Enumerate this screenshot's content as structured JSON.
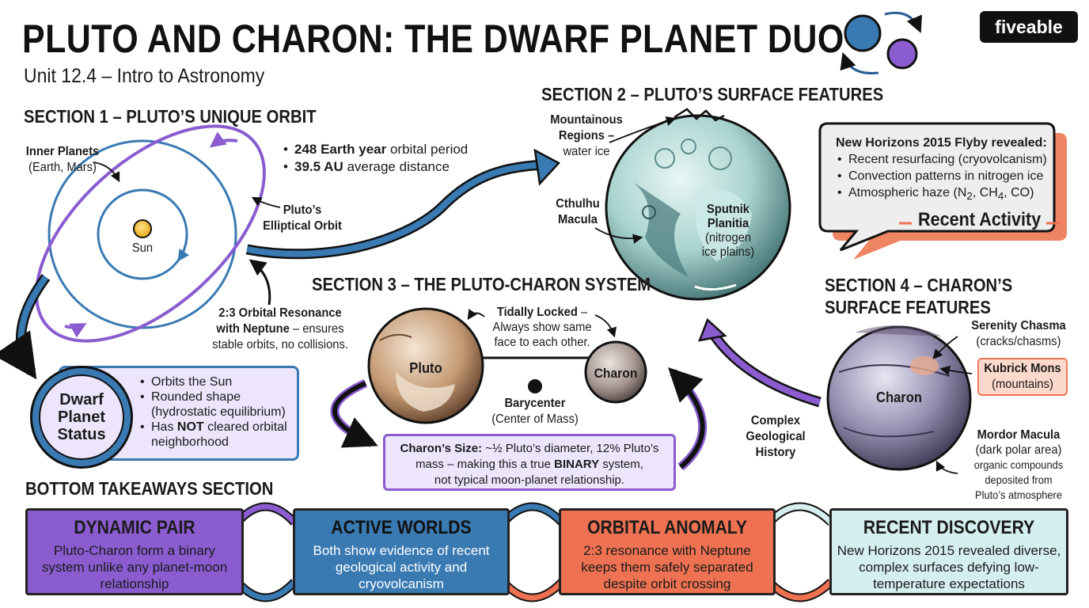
{
  "header": {
    "title": "PLUTO AND CHARON: THE DWARF PLANET DUO",
    "subtitle": "Unit 12.4 – Intro to Astronomy",
    "logo": "fiveable"
  },
  "section1": {
    "heading": "SECTION 1 – PLUTO’S UNIQUE ORBIT",
    "inner_planets": "Inner Planets",
    "inner_planets_sub": "(Earth, Mars)",
    "sun": "Sun",
    "facts": [
      {
        "bold": "248 Earth year",
        "rest": " orbital period"
      },
      {
        "bold": "39.5 AU",
        "rest": " average distance"
      }
    ],
    "pluto_orbit_line1": "Pluto’s",
    "pluto_orbit_line2": "Elliptical Orbit",
    "resonance_bold1": "2:3 Orbital Resonance",
    "resonance_bold2": "with Neptune",
    "resonance_rest": " – ensures",
    "resonance_line3": "stable orbits, no collisions.",
    "dwarf_line1": "Dwarf",
    "dwarf_line2": "Planet",
    "dwarf_line3": "Status",
    "status_items": [
      {
        "pre": "",
        "bold": "",
        "post": "Orbits the Sun"
      },
      {
        "pre": "",
        "bold": "",
        "post": "Rounded shape (hydrostatic equilibrium)"
      },
      {
        "pre": "Has ",
        "bold": "NOT",
        "post": " cleared orbital neighborhood"
      }
    ]
  },
  "section2": {
    "heading": "SECTION 2 – PLUTO’S SURFACE FEATURES",
    "mountain_line1": "Mountainous",
    "mountain_line2": "Regions –",
    "mountain_line3": "water ice",
    "cthulhu_line1": "Cthulhu",
    "cthulhu_line2": "Macula",
    "sputnik_line1": "Sputnik",
    "sputnik_line2": "Planitia",
    "sputnik_line3": "(nitrogen",
    "sputnik_line4": "ice plains)",
    "flyby_heading": "New Horizons 2015 Flyby revealed:",
    "flyby_items": [
      "Recent resurfacing (cryovolcanism)",
      "Convection patterns in nitrogen ice"
    ],
    "flyby_haze_pre": "Atmospheric haze (N",
    "flyby_haze_n": "2",
    "flyby_haze_mid": ", CH",
    "flyby_haze_ch": "4",
    "flyby_haze_post": ", CO)",
    "recent_activity": "Recent Activity"
  },
  "section3": {
    "heading": "SECTION 3 – THE PLUTO-CHARON SYSTEM",
    "pluto": "Pluto",
    "charon": "Charon",
    "tidal_bold": "Tidally Locked",
    "tidal_rest": " –",
    "tidal_line2": "Always show same",
    "tidal_line3": "face to each other.",
    "barycenter": "Barycenter",
    "barycenter_sub": "(Center of Mass)",
    "size_bold1": "Charon’s Size:",
    "size_text1": " ~½ Pluto’s diameter, 12% Pluto’s",
    "size_text2": "mass – making this a true ",
    "size_bold2": "BINARY",
    "size_text3": " system,",
    "size_text4": "not typical moon-planet relationship."
  },
  "section4": {
    "heading_line1": "SECTION 4 – CHARON’S",
    "heading_line2": "SURFACE FEATURES",
    "charon": "Charon",
    "serenity": "Serenity Chasma",
    "serenity_sub": "(cracks/chasms)",
    "kubrick": "Kubrick Mons",
    "kubrick_sub": "(mountains)",
    "mordor": "Mordor Macula",
    "mordor_sub1": "(dark polar area)",
    "mordor_sub2": "organic compounds",
    "mordor_sub3": "deposited from",
    "mordor_sub4": "Pluto’s atmosphere",
    "complex_line1": "Complex",
    "complex_line2": "Geological",
    "complex_line3": "History"
  },
  "takeaways": {
    "heading": "BOTTOM TAKEAWAYS SECTION",
    "cards": [
      {
        "title": "DYNAMIC PAIR",
        "text": "Pluto-Charon form a binary system unlike any planet-moon relationship",
        "color": "#8a5cd0"
      },
      {
        "title": "ACTIVE WORLDS",
        "text": "Both show evidence of recent geological activity and cryovolcanism",
        "color": "#3a7ab3"
      },
      {
        "title": "ORBITAL ANOMALY",
        "text": "2:3 resonance with Neptune keeps them safely separated despite orbit crossing",
        "color": "#ee7252"
      },
      {
        "title": "RECENT DISCOVERY",
        "text": "New Horizons 2015 revealed diverse, complex surfaces defying low-temperature expectations",
        "color": "#d5eef0"
      }
    ]
  },
  "colors": {
    "purple": "#8a5cd0",
    "blue": "#3a7ab3",
    "coral": "#ee7252",
    "ice": "#d5eef0",
    "lavender": "#ece5fb"
  },
  "icons": [
    "pluto-charon-swap-icon",
    "sun-icon",
    "barycenter-dot-icon"
  ]
}
